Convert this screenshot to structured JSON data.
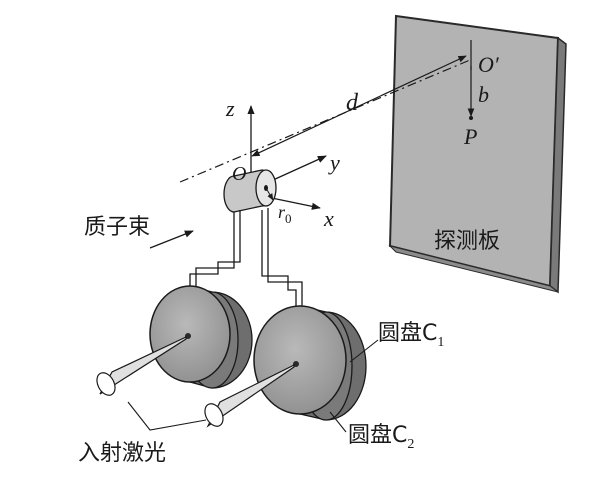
{
  "labels": {
    "z_axis": "z",
    "y_axis": "y",
    "x_axis": "x",
    "origin": "O",
    "screen_origin": "O′",
    "distance": "d",
    "offset": "b",
    "point": "P",
    "radius_base": "r",
    "radius_sub": "0",
    "proton_beam": "质子束",
    "detector": "探测板",
    "disk1_base": "圆盘C",
    "disk1_sub": "1",
    "disk2_base": "圆盘C",
    "disk2_sub": "2",
    "laser": "入射激光"
  }
}
